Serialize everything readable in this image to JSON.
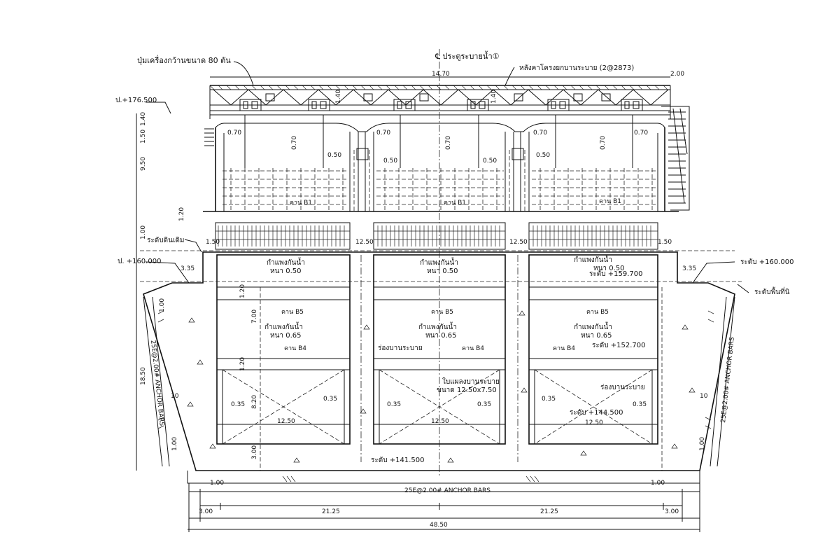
{
  "labels": {
    "crane": "ปุ่มเครื่องกว้านขนาด 80 ตัน",
    "centerline": "℄ ประตูระบายน้ำ①",
    "roof": "หลังคาโครงยกบานระบาย (2@2873)",
    "el_top": "ป.+176.500",
    "el_ground_label": "ระดับดินเดิม",
    "el_160_left": "ป. +160.000",
    "el_160_right": "ระดับ +160.000",
    "el_159_7": "ระดับ +159.700",
    "el_bed": "ระดับพื้นที่นิ",
    "el_152_7": "ระดับ +152.700",
    "el_144_5": "ระดับ +144.500",
    "el_141_5": "ระดับ +141.500",
    "beam_b1": "คาน B1",
    "beam_b5": "คาน B5",
    "beam_b4": "คาน B4",
    "wall": "กำแพงกันน้ำ",
    "wall_050": "หนา 0.50",
    "wall_065": "หนา 0.65",
    "gate_slot": "ร่องบานระบาย",
    "gate_leaf": "ใบแผลงบานระบาย",
    "gate_size": "ขนาด 12.50x7.50",
    "anchor_bottom": "25E@2.00# ANCHOR BARS",
    "anchor_side": "25E@2.00# ANCHOR BARS"
  },
  "dims": {
    "top_span": "14.70",
    "top_right": "2.00",
    "d070": "0.70",
    "d050": "0.50",
    "d140": "1.40",
    "d150": "1.50",
    "v150": "1.50",
    "v950": "9.50",
    "v120": "1.20",
    "v100": "1.00",
    "v700": "7.00",
    "v1850": "18.50",
    "v820": "8.20",
    "v300": "3.00",
    "v10": "10",
    "d1250": "12.50",
    "d335": "3.35",
    "d035": "0.35",
    "d035b": "0.35",
    "d100": "1.00",
    "d300": "3.00",
    "d2125": "21.25",
    "d4850": "48.50"
  }
}
